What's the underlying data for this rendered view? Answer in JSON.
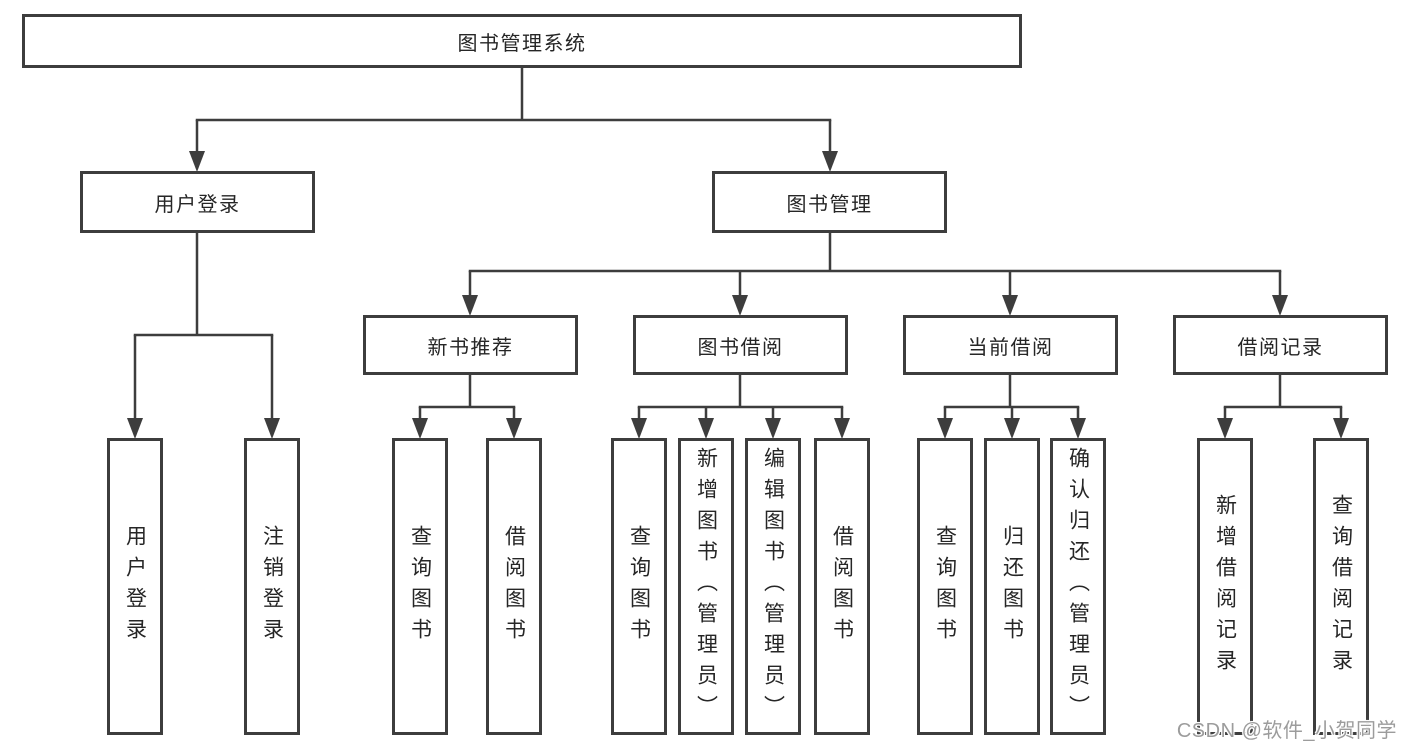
{
  "diagram": {
    "root": "图书管理系统",
    "level2": {
      "user_login": "用户登录",
      "book_management": "图书管理"
    },
    "level3": {
      "new_book_recommendation": "新书推荐",
      "book_borrowing": "图书借阅",
      "current_borrowing": "当前借阅",
      "borrowing_records": "借阅记录"
    },
    "leaves": {
      "user_login": [
        "用户登录",
        "注销登录"
      ],
      "new_book_recommendation": [
        "查询图书",
        "借阅图书"
      ],
      "book_borrowing": [
        "查询图书",
        "新增图书（管理员）",
        "编辑图书（管理员）",
        "借阅图书"
      ],
      "current_borrowing": [
        "查询图书",
        "归还图书",
        "确认归还（管理员）"
      ],
      "borrowing_records": [
        "新增借阅记录",
        "查询借阅记录"
      ]
    },
    "line_color": "#3d3d3d"
  },
  "watermark": {
    "text": "CSDN @软件_小贺同学"
  }
}
